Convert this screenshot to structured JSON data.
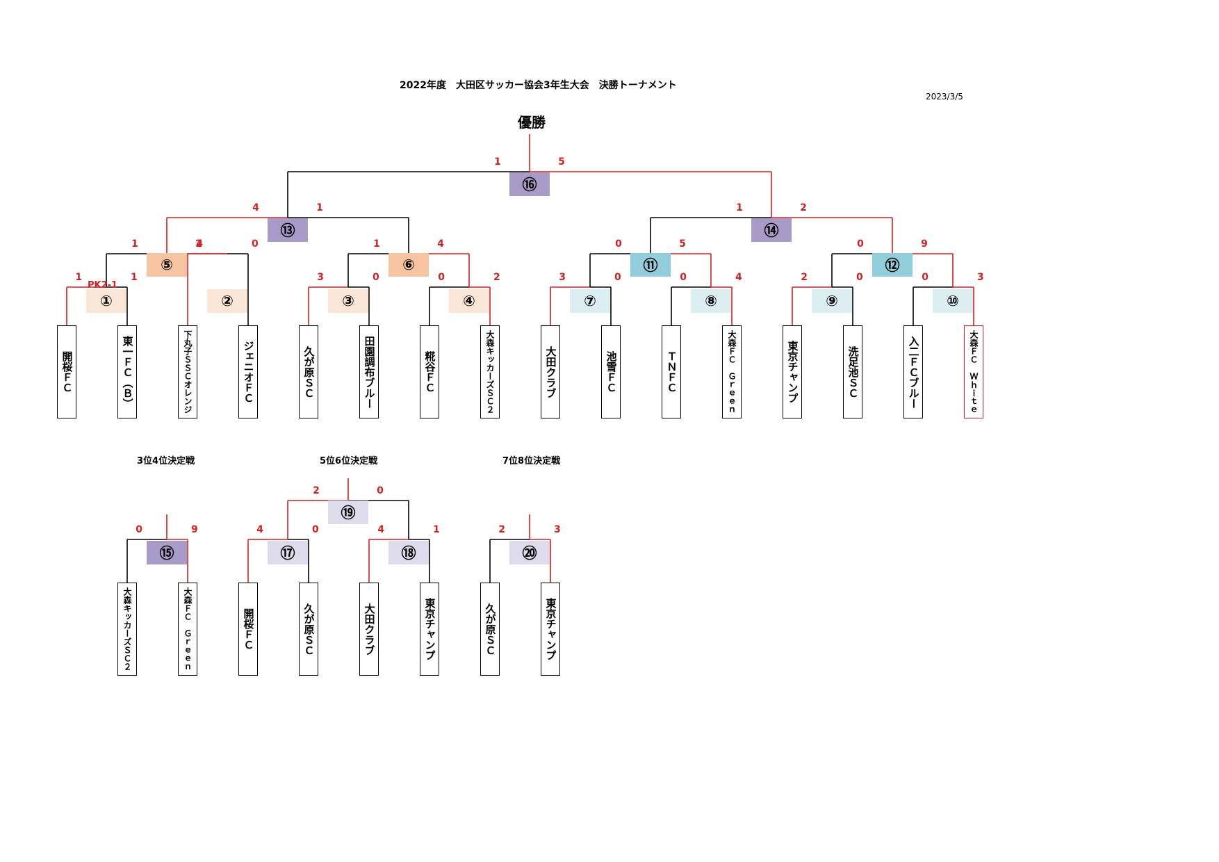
{
  "header": {
    "title": "2022年度　大田区サッカー協会3年生大会　決勝トーナメント",
    "date": "2023/3/5",
    "champion_label": "優勝"
  },
  "sections": {
    "third_place": "3位4位決定戦",
    "fifth_place": "5位6位決定戦",
    "seventh_place": "7位8位決定戦"
  },
  "colors": {
    "line_win": "#d42020",
    "line_lose": "#000000",
    "final": "#a99bc8",
    "quarter": "#f6c4a0",
    "round1_left": "#fbe5d6",
    "round2_right": "#92cddc",
    "round1_right": "#ddeef3",
    "place_match": "#dedbec",
    "third_match": "#a99bc8"
  },
  "teams": [
    {
      "id": "t1",
      "name": "開桜ＦＣ",
      "winner": false
    },
    {
      "id": "t2",
      "name": "東一ＦＣ（Ｂ）",
      "winner": false
    },
    {
      "id": "t3",
      "name": "下丸子ＳＳＣオレンジ",
      "winner": false
    },
    {
      "id": "t4",
      "name": "ジェニオＦＣ",
      "winner": false
    },
    {
      "id": "t5",
      "name": "久が原ＳＣ",
      "winner": false
    },
    {
      "id": "t6",
      "name": "田園調布ブルー",
      "winner": false
    },
    {
      "id": "t7",
      "name": "糀谷ＦＣ",
      "winner": false
    },
    {
      "id": "t8",
      "name": "大森キッカーズＳＣ２",
      "winner": false
    },
    {
      "id": "t9",
      "name": "大田クラブ",
      "winner": false
    },
    {
      "id": "t10",
      "name": "池雪ＦＣ",
      "winner": false
    },
    {
      "id": "t11",
      "name": "ＴＮＦＣ",
      "winner": false
    },
    {
      "id": "t12",
      "name": "大森ＦＣ　Ｇｒｅｅｎ",
      "winner": false
    },
    {
      "id": "t13",
      "name": "東京チャンプ",
      "winner": false
    },
    {
      "id": "t14",
      "name": "洗足池ＳＣ",
      "winner": false
    },
    {
      "id": "t15",
      "name": "入二ＦＣブルー",
      "winner": false
    },
    {
      "id": "t16",
      "name": "大森ＦＣ　Ｗｈｉｔｅ",
      "winner": true
    },
    {
      "id": "t17",
      "name": "大森キッカーズＳＣ２",
      "winner": false
    },
    {
      "id": "t18",
      "name": "大森ＦＣ　Ｇｒｅｅｎ",
      "winner": false
    },
    {
      "id": "t19",
      "name": "開桜ＦＣ",
      "winner": false
    },
    {
      "id": "t20",
      "name": "久が原ＳＣ",
      "winner": false
    },
    {
      "id": "t21",
      "name": "大田クラブ",
      "winner": false
    },
    {
      "id": "t22",
      "name": "東京チャンプ",
      "winner": false
    },
    {
      "id": "t23",
      "name": "久が原ＳＣ",
      "winner": false
    },
    {
      "id": "t24",
      "name": "東京チャンプ",
      "winner": false
    }
  ],
  "matches": [
    {
      "id": "m1",
      "label": "①",
      "color": "round1_left",
      "left": "1",
      "right": "1",
      "pk": "PK2-1"
    },
    {
      "id": "m2",
      "label": "②",
      "color": "round1_left",
      "left": "4",
      "right": "0"
    },
    {
      "id": "m3",
      "label": "③",
      "color": "round1_left",
      "left": "3",
      "right": "0"
    },
    {
      "id": "m4",
      "label": "④",
      "color": "round1_left",
      "left": "0",
      "right": "2"
    },
    {
      "id": "m5",
      "label": "⑤",
      "color": "quarter",
      "left": "1",
      "right": "2"
    },
    {
      "id": "m6",
      "label": "⑥",
      "color": "quarter",
      "left": "1",
      "right": "4"
    },
    {
      "id": "m7",
      "label": "⑦",
      "color": "round1_right",
      "left": "3",
      "right": "0"
    },
    {
      "id": "m8",
      "label": "⑧",
      "color": "round1_right",
      "left": "0",
      "right": "4"
    },
    {
      "id": "m9",
      "label": "⑨",
      "color": "round1_right",
      "left": "2",
      "right": "0"
    },
    {
      "id": "m10",
      "label": "⑩",
      "color": "round1_right",
      "left": "0",
      "right": "3"
    },
    {
      "id": "m11",
      "label": "⑪",
      "color": "round2_right",
      "left": "0",
      "right": "5"
    },
    {
      "id": "m12",
      "label": "⑫",
      "color": "round2_right",
      "left": "0",
      "right": "9"
    },
    {
      "id": "m13",
      "label": "⑬",
      "color": "final",
      "left": "4",
      "right": "1"
    },
    {
      "id": "m14",
      "label": "⑭",
      "color": "final",
      "left": "1",
      "right": "2"
    },
    {
      "id": "m16",
      "label": "⑯",
      "color": "final",
      "left": "1",
      "right": "5"
    },
    {
      "id": "m15",
      "label": "⑮",
      "color": "third_match",
      "left": "0",
      "right": "9"
    },
    {
      "id": "m17",
      "label": "⑰",
      "color": "place_match",
      "left": "4",
      "right": "0"
    },
    {
      "id": "m18",
      "label": "⑱",
      "color": "place_match",
      "left": "4",
      "right": "1"
    },
    {
      "id": "m19",
      "label": "⑲",
      "color": "place_match",
      "left": "2",
      "right": "0"
    },
    {
      "id": "m20",
      "label": "⑳",
      "color": "place_match",
      "left": "2",
      "right": "3"
    }
  ]
}
